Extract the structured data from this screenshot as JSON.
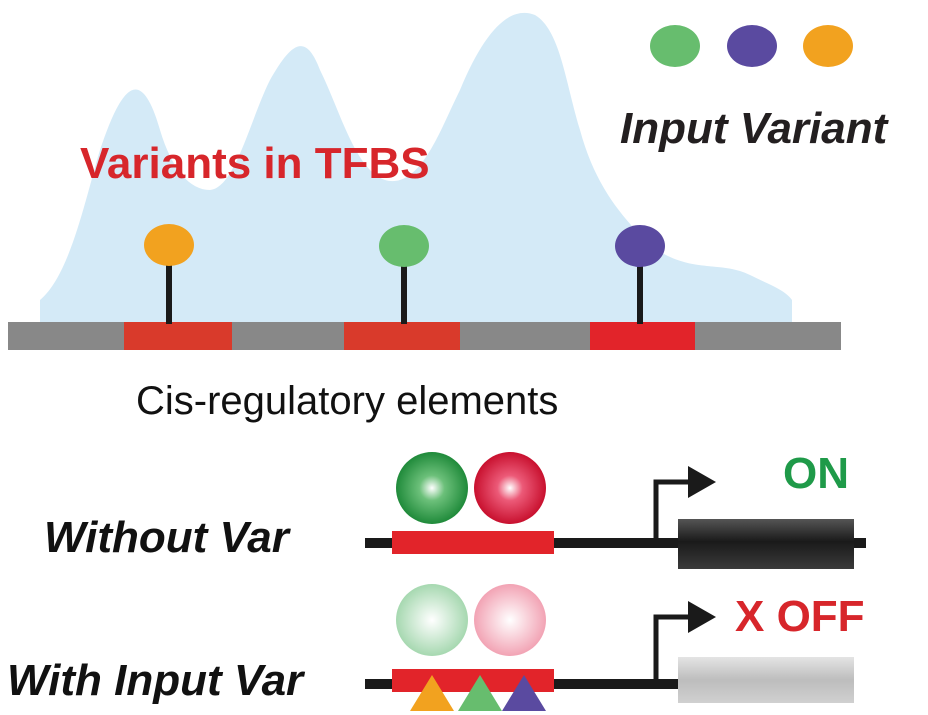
{
  "colors": {
    "peak_fill": "#d4eaf7",
    "track": "#888888",
    "tfbs": "#d93a2b",
    "tfbs_alt": "#e2242a",
    "stem": "#1a1a1a",
    "green": "#67bd6e",
    "purple": "#5a4aa0",
    "orange": "#f2a21f",
    "label_red": "#d7262b",
    "on_green": "#1f9a49",
    "dark_text": "#231f20",
    "gene_dark": "#2a2a2a",
    "gene_light": "#c4c4c4"
  },
  "legend": {
    "title": "Input Variant",
    "dots": [
      "green",
      "purple",
      "orange"
    ]
  },
  "top_panel": {
    "title": "Variants in TFBS",
    "caption": "Cis-regulatory elements",
    "variants": [
      "orange",
      "green",
      "purple"
    ]
  },
  "bottom_panel": {
    "rows": [
      {
        "label": "Without Var",
        "state": "ON",
        "bound": true,
        "variant_markers": []
      },
      {
        "label": "With Input Var",
        "state": "X OFF",
        "bound": false,
        "variant_markers": [
          "orange",
          "green",
          "purple"
        ]
      }
    ]
  }
}
